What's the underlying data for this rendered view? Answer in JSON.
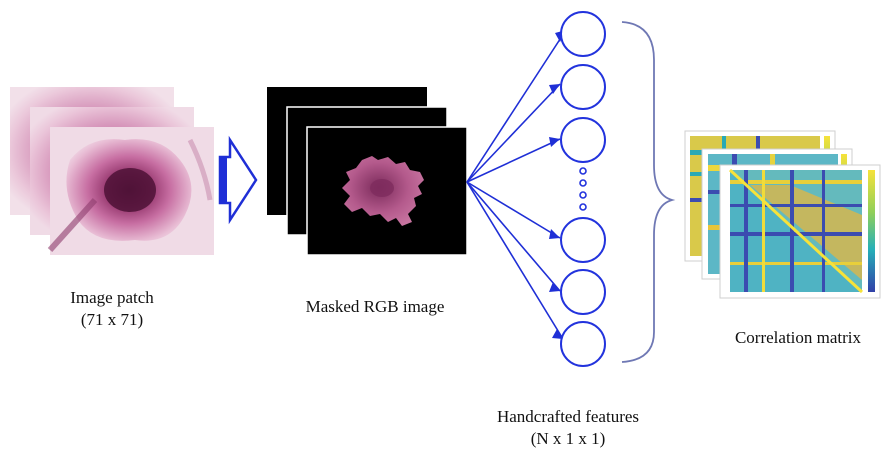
{
  "stages": {
    "patch": {
      "label": "Image patch",
      "sublabel": "(71 x 71)"
    },
    "masked": {
      "label": "Masked RGB image"
    },
    "features": {
      "label": "Handcrafted features",
      "sublabel": "(N x 1 x 1)"
    },
    "correlation": {
      "label": "Correlation matrix"
    }
  },
  "colors": {
    "arrow": "#1f2fd6",
    "neuron": "#2233dd",
    "brace": "#6f78b4",
    "mask_bg": "#000000",
    "tissue": "#c05a93",
    "nucleus": "#5a1840",
    "matrix_low": "#3f4fb8",
    "matrix_mid": "#26b0b8",
    "matrix_high": "#f0dc3a"
  },
  "neurons_visible": 6,
  "ellipsis_dots": 4
}
